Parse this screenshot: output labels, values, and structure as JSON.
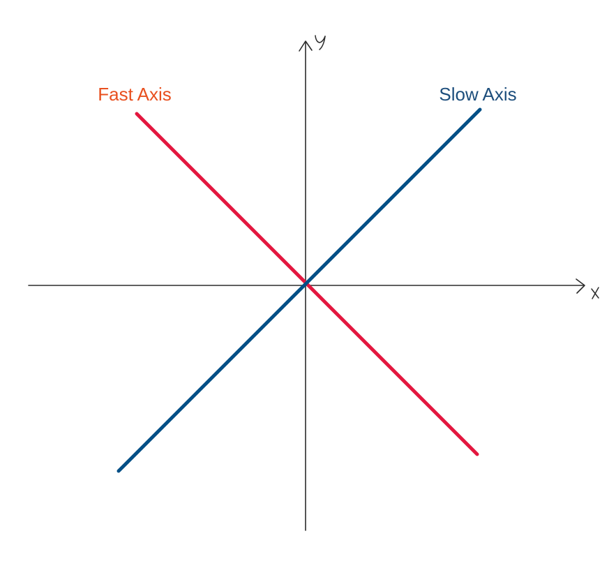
{
  "diagram": {
    "fast_axis": {
      "label": "Fast Axis",
      "color": "#e3173f",
      "label_color": "#e8501f"
    },
    "slow_axis": {
      "label": "Slow Axis",
      "color": "#044f86",
      "label_color": "#1d4e7c"
    },
    "axes": {
      "x_label": "x",
      "y_label": "y",
      "color": "#2b2b2b"
    }
  }
}
